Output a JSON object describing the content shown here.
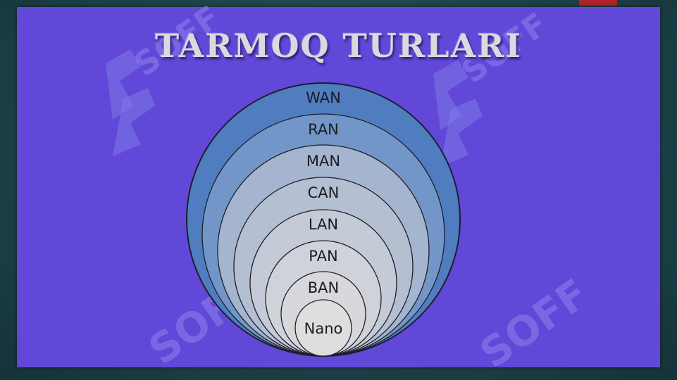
{
  "title": "TARMOQ TURLARI",
  "watermark": {
    "text": "SOFF",
    "color": "#8f82ec"
  },
  "colors": {
    "background": "#6148d8",
    "outer_ring": "#4f7dc0",
    "inner_ring": "#dcdcdc",
    "title": "#d9d9df"
  },
  "rings": [
    {
      "label": "WAN",
      "fill": "#4f7dc0"
    },
    {
      "label": "RAN",
      "fill": "#7396c8"
    },
    {
      "label": "MAN",
      "fill": "#a5b5cf"
    },
    {
      "label": "CAN",
      "fill": "#b4bfd2"
    },
    {
      "label": "LAN",
      "fill": "#c4cad6"
    },
    {
      "label": "PAN",
      "fill": "#cfd2d9"
    },
    {
      "label": "BAN",
      "fill": "#d8d8dc"
    },
    {
      "label": "Nano",
      "fill": "#dedede"
    }
  ]
}
